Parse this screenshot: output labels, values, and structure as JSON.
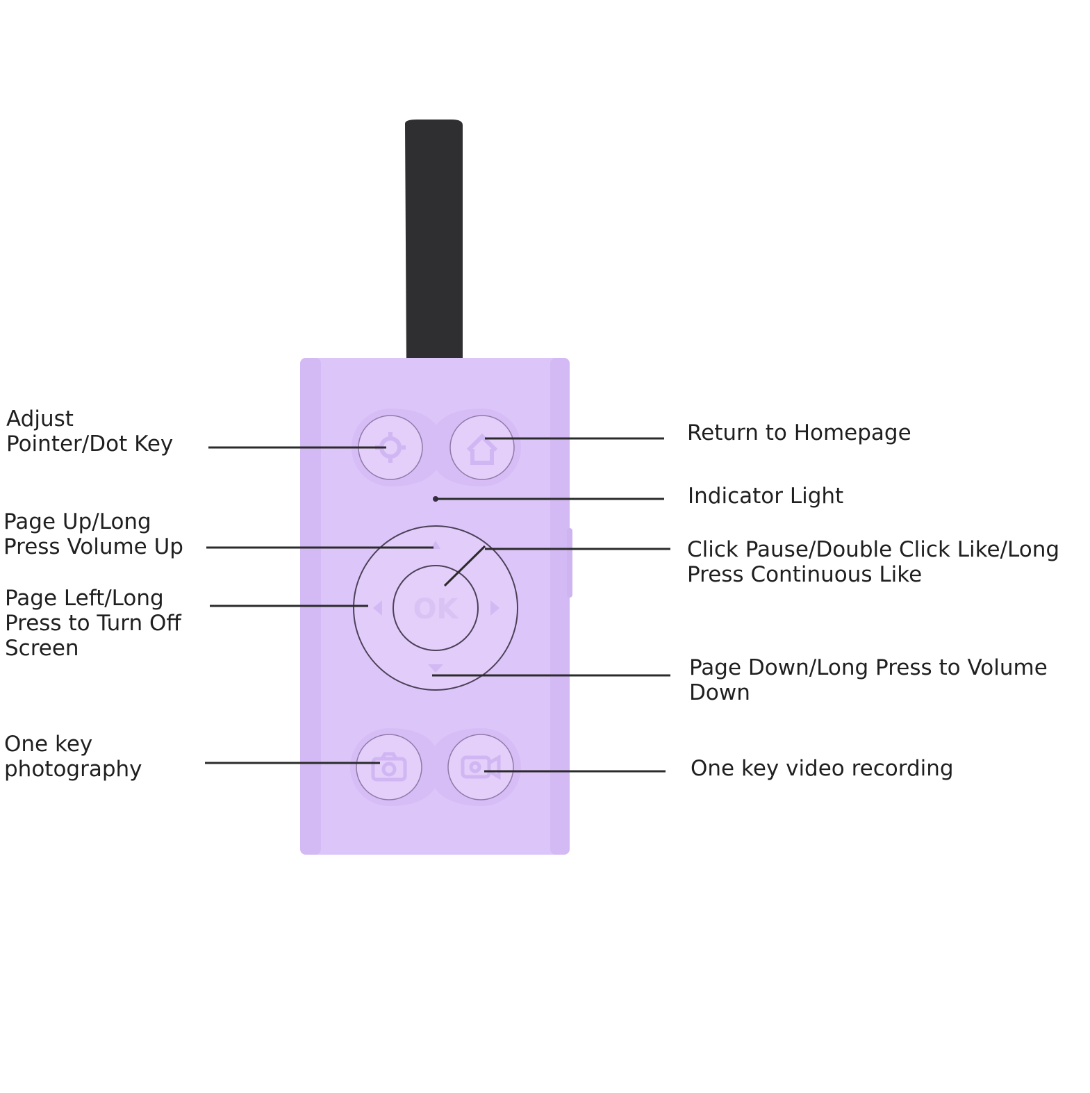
{
  "device": {
    "colors": {
      "body": "#dcc5f8",
      "body_edge": "#cdb2f0",
      "strap": "#2f2f31",
      "button": "#e3cffa",
      "ring": "#5a4a6a"
    },
    "ok_label": "OK"
  },
  "labels": {
    "adjust_pointer": "Adjust\nPointer/Dot Key",
    "page_up": "Page Up/Long\nPress Volume Up",
    "page_left": "Page Left/Long\nPress to Turn Off\nScreen",
    "one_key_photo": "One key\nphotography",
    "return_home": "Return to Homepage",
    "indicator_light": "Indicator Light",
    "click_pause": "Click Pause/Double Click Like/Long\nPress Continuous Like",
    "page_down": "Page Down/Long Press to Volume\nDown",
    "one_key_video": "One key video recording"
  }
}
